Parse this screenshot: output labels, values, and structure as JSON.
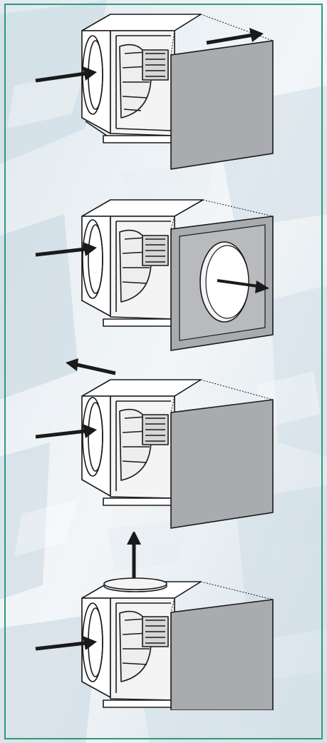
{
  "figure": {
    "panels": [
      {
        "id": "top-discharge-side",
        "outlet": "side-panel-plain",
        "discharge_direction": "top-right"
      },
      {
        "id": "front-circular-outlet",
        "outlet": "front-panel-circular",
        "discharge_direction": "front"
      },
      {
        "id": "top-back-discharge",
        "outlet": "side-panel-plain",
        "discharge_direction": "top-left"
      },
      {
        "id": "top-circular-outlet",
        "outlet": "top-ring",
        "discharge_direction": "up"
      }
    ]
  },
  "colors": {
    "frame_border": "#2f9a7a",
    "panel_fill": "#a9abaf",
    "outline": "#1a1a1a",
    "arrow": "#1a1a1a",
    "background_light": "#eef3f6",
    "background_mid": "#cfdde6"
  },
  "icons": [
    "inlet-arrow-icon",
    "outlet-arrow-icon",
    "fan-wheel-icon",
    "motor-icon"
  ]
}
